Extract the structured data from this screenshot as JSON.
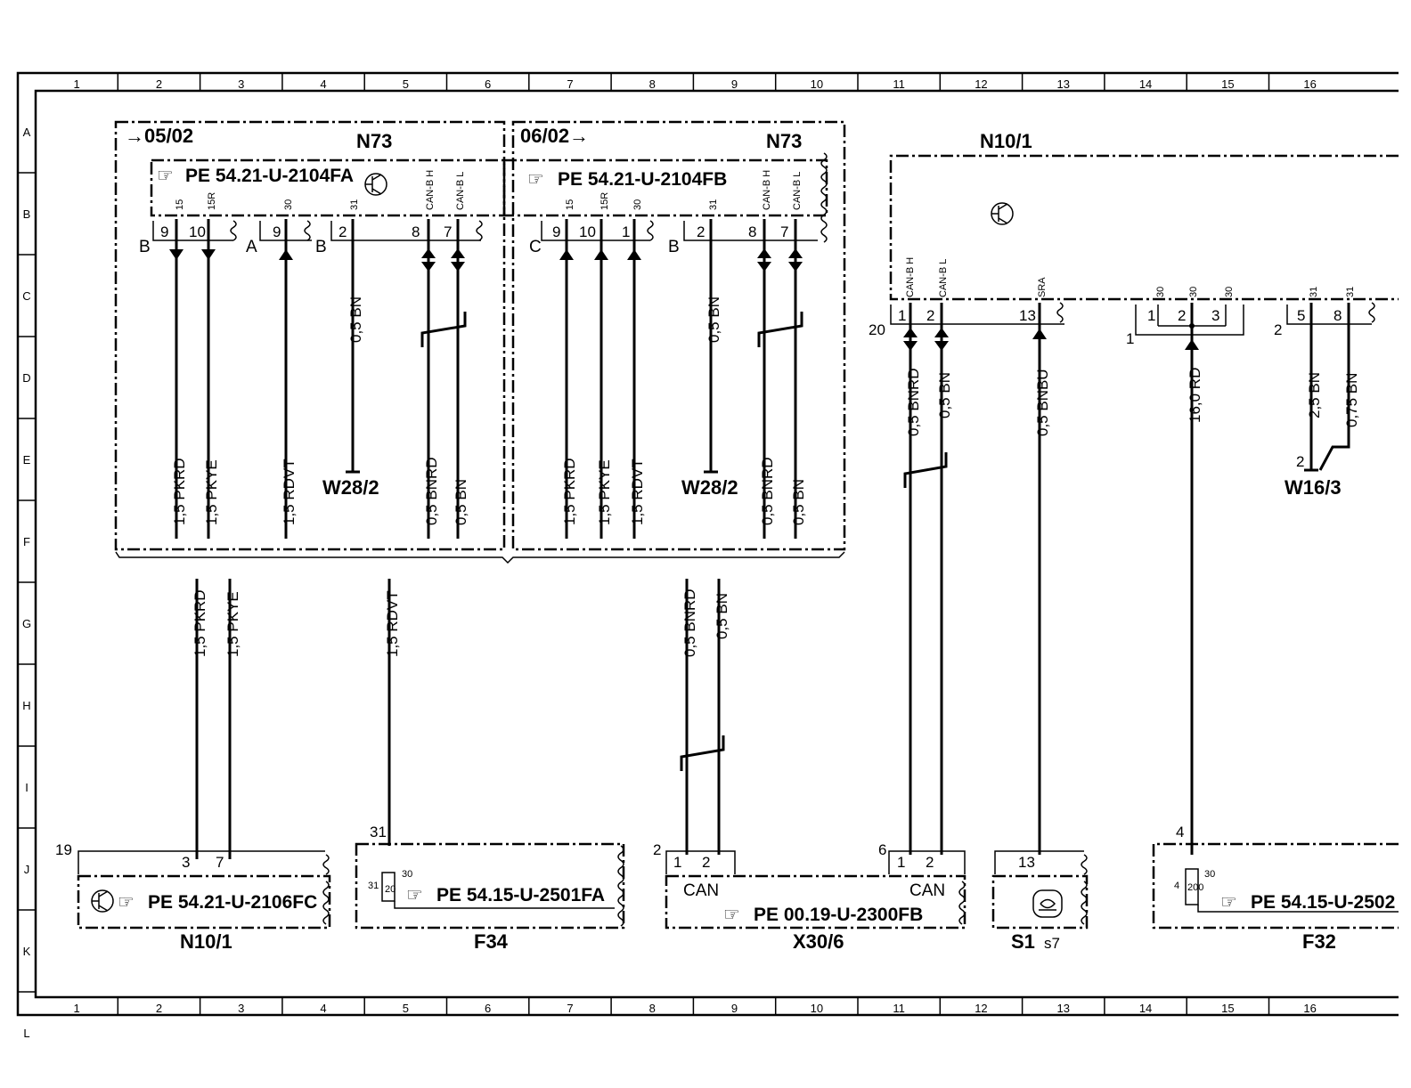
{
  "columns": [
    "1",
    "2",
    "3",
    "4",
    "5",
    "6",
    "7",
    "8",
    "9",
    "10",
    "11",
    "12",
    "13",
    "14",
    "15",
    "16"
  ],
  "rows": [
    "A",
    "B",
    "C",
    "D",
    "E",
    "F",
    "G",
    "H",
    "I",
    "J",
    "K",
    "L"
  ],
  "ref_marker": "☞",
  "upper": {
    "left_module": {
      "date": "→05/02",
      "label": "N73",
      "ref": "PE  54.21-U-2104FA",
      "plug_labels": [
        "B",
        "A",
        "B"
      ],
      "pin_names": [
        "15",
        "15R",
        "30",
        "31",
        "CAN-B H",
        "CAN-B L"
      ],
      "pin_numbers": [
        "9",
        "10",
        "9",
        "2",
        "8",
        "7"
      ],
      "wires": [
        "1,5 PKRD",
        "1,5 PKYE",
        "1,5 RDVT",
        "0,5 BN",
        "0,5 BNRD",
        "0,5 BN"
      ],
      "ground": "W28/2"
    },
    "right_module": {
      "date": "06/02→",
      "label": "N73",
      "ref": "PE  54.21-U-2104FB",
      "plug_labels": [
        "C",
        "B"
      ],
      "pin_names": [
        "15",
        "15R",
        "30",
        "31",
        "CAN-B H",
        "CAN-B L"
      ],
      "pin_numbers": [
        "9",
        "10",
        "1",
        "2",
        "8",
        "7"
      ],
      "wires": [
        "1,5 PKRD",
        "1,5 PKYE",
        "1,5 RDVT",
        "0,5 BN",
        "0,5 BNRD",
        "0,5 BN"
      ],
      "ground": "W28/2"
    },
    "n10": {
      "label": "N10/1",
      "connector": "20",
      "pin_names": [
        "CAN-B H",
        "CAN-B L",
        "SRA"
      ],
      "pin_numbers": [
        "1",
        "2",
        "13"
      ],
      "wires": [
        "0,5 BNRD",
        "0,5 BN",
        "0,5 BNBU"
      ],
      "group2": {
        "connector": "1",
        "pin_names": [
          "30",
          "30",
          "30"
        ],
        "pin_numbers": [
          "1",
          "2",
          "3"
        ],
        "wire": "16,0 RD"
      },
      "group3": {
        "connector": "2",
        "pin_names": [
          "31",
          "31"
        ],
        "pin_numbers": [
          "5",
          "8"
        ],
        "wires": [
          "2,5 BN",
          "0,75 BN"
        ],
        "ground_pin": "2",
        "ground": "W16/3"
      }
    }
  },
  "middle_wires": [
    "1,5 PKRD",
    "1,5 PKYE",
    "1,5 RDVT",
    "0,5 BNRD",
    "0,5 BN"
  ],
  "lower": {
    "n10_1": {
      "connector": "19",
      "pins": [
        "3",
        "7"
      ],
      "ref": "PE  54.21-U-2106FC",
      "label": "N10/1"
    },
    "f34": {
      "connector": "31",
      "pin_names": [
        "31",
        "30"
      ],
      "fuse": "20",
      "ref": "PE  54.15-U-2501FA",
      "label": "F34"
    },
    "x30": {
      "connectors": [
        "2",
        "6"
      ],
      "pins": [
        "1",
        "2",
        "1",
        "2"
      ],
      "can": "CAN",
      "ref": "PE  00.19-U-2300FB",
      "label": "X30/6"
    },
    "s1": {
      "pin": "13",
      "label": "S1",
      "sub": "s7"
    },
    "f32": {
      "connector": "4",
      "pin_names": [
        "4",
        "30"
      ],
      "fuse": "200",
      "ref": "PE  54.15-U-2502",
      "label": "F32"
    }
  }
}
